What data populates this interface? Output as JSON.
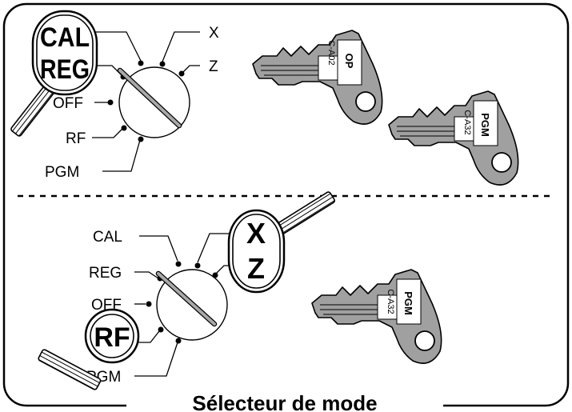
{
  "caption": "Sélecteur de mode",
  "top_panel": {
    "positions": [
      "X",
      "Z",
      "OFF",
      "RF",
      "PGM"
    ],
    "highlighted": [
      "CAL",
      "REG"
    ],
    "keys": [
      {
        "code": "C-A02",
        "mode": "OP"
      },
      {
        "code": "C-A32",
        "mode": "PGM"
      }
    ]
  },
  "bottom_panel": {
    "positions": [
      "CAL",
      "REG",
      "OFF",
      "PGM"
    ],
    "highlighted_top": [
      "X",
      "Z"
    ],
    "highlighted_bottom": "RF",
    "key": {
      "code": "C-A32",
      "mode": "PGM"
    }
  },
  "colors": {
    "key_fill": "#a0a0a0",
    "outline": "#000000",
    "background": "#ffffff"
  }
}
